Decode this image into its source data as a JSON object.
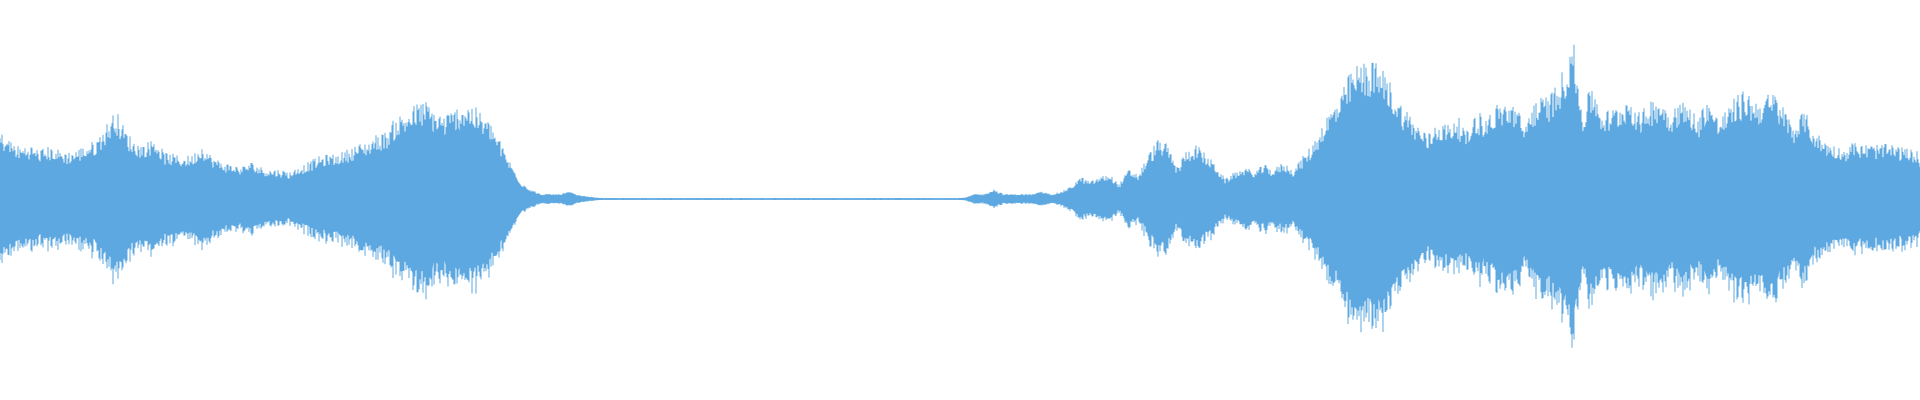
{
  "waveform": {
    "color": "#5DA8E1",
    "background": "#ffffff",
    "envelope": [
      0.27,
      0.24,
      0.21,
      0.22,
      0.2,
      0.21,
      0.2,
      0.19,
      0.2,
      0.22,
      0.24,
      0.3,
      0.36,
      0.28,
      0.23,
      0.22,
      0.25,
      0.19,
      0.18,
      0.17,
      0.18,
      0.22,
      0.17,
      0.15,
      0.14,
      0.13,
      0.15,
      0.13,
      0.12,
      0.12,
      0.11,
      0.13,
      0.15,
      0.17,
      0.18,
      0.18,
      0.2,
      0.22,
      0.23,
      0.26,
      0.27,
      0.33,
      0.35,
      0.38,
      0.4,
      0.36,
      0.34,
      0.36,
      0.39,
      0.38,
      0.34,
      0.3,
      0.22,
      0.14,
      0.07,
      0.04,
      0.02,
      0.02,
      0.02,
      0.03,
      0.015,
      0.01,
      0.005,
      0.004,
      0.004,
      0.004,
      0.004,
      0.004,
      0.004,
      0.004,
      0.004,
      0.004,
      0.004,
      0.004,
      0.004,
      0.004,
      0.004,
      0.004,
      0.004,
      0.004,
      0.004,
      0.004,
      0.004,
      0.004,
      0.004,
      0.004,
      0.004,
      0.004,
      0.004,
      0.004,
      0.004,
      0.004,
      0.004,
      0.004,
      0.004,
      0.004,
      0.004,
      0.004,
      0.004,
      0.004,
      0.005,
      0.02,
      0.02,
      0.04,
      0.02,
      0.02,
      0.02,
      0.02,
      0.03,
      0.02,
      0.03,
      0.05,
      0.09,
      0.07,
      0.09,
      0.1,
      0.06,
      0.12,
      0.1,
      0.18,
      0.24,
      0.22,
      0.13,
      0.2,
      0.22,
      0.18,
      0.14,
      0.08,
      0.11,
      0.13,
      0.11,
      0.14,
      0.12,
      0.15,
      0.12,
      0.17,
      0.22,
      0.3,
      0.37,
      0.42,
      0.52,
      0.55,
      0.56,
      0.54,
      0.48,
      0.4,
      0.35,
      0.3,
      0.26,
      0.32,
      0.3,
      0.34,
      0.27,
      0.36,
      0.33,
      0.38,
      0.39,
      0.39,
      0.3,
      0.4,
      0.41,
      0.44,
      0.52,
      0.66,
      0.35,
      0.47,
      0.36,
      0.36,
      0.39,
      0.42,
      0.34,
      0.4,
      0.42,
      0.36,
      0.4,
      0.38,
      0.33,
      0.42,
      0.33,
      0.36,
      0.42,
      0.44,
      0.4,
      0.42,
      0.43,
      0.36,
      0.3,
      0.36,
      0.28,
      0.24,
      0.22,
      0.2,
      0.23,
      0.22,
      0.22,
      0.22,
      0.22,
      0.21,
      0.2,
      0.19
    ]
  }
}
